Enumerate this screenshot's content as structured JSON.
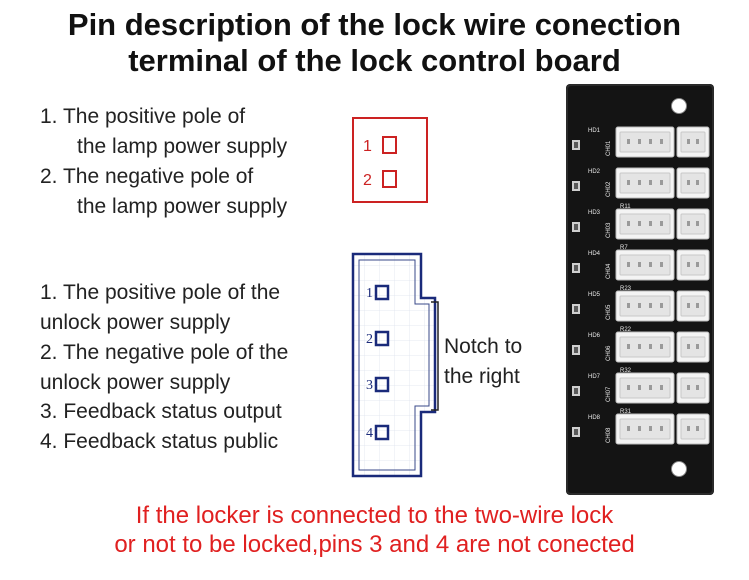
{
  "title": {
    "line1": "Pin description of the lock wire conection",
    "line2": "terminal of the lock control board"
  },
  "lamp": {
    "lines": [
      "1. The positive pole of",
      "    the lamp power supply",
      "2. The negative pole of",
      "    the lamp power supply"
    ],
    "pins": [
      "1",
      "2"
    ],
    "color": "#cc2222"
  },
  "unlock": {
    "lines": [
      "1. The positive pole of the",
      "unlock power supply",
      "2. The negative pole of the",
      "unlock power supply",
      "3. Feedback status output",
      "4. Feedback status public"
    ],
    "pins": [
      "1",
      "2",
      "3",
      "4"
    ],
    "color": "#1a2a7a",
    "notch_text": [
      "Notch to",
      "the right"
    ]
  },
  "board": {
    "channels": [
      "CH01",
      "CH02",
      "CH03",
      "CH04",
      "CH05",
      "CH06",
      "CH07",
      "CH08"
    ],
    "leds": [
      "HD1",
      "HD2",
      "HD3",
      "HD4",
      "HD5",
      "HD6",
      "HD7",
      "HD8"
    ],
    "resistors": [
      "R11",
      "R7",
      "R23",
      "R22",
      "R32",
      "R31"
    ],
    "pcb_color": "#141414"
  },
  "note": {
    "line1": "If the locker is connected to the two-wire lock",
    "line2": "or not to be locked,pins 3 and 4 are not conected",
    "color": "#e02020"
  }
}
